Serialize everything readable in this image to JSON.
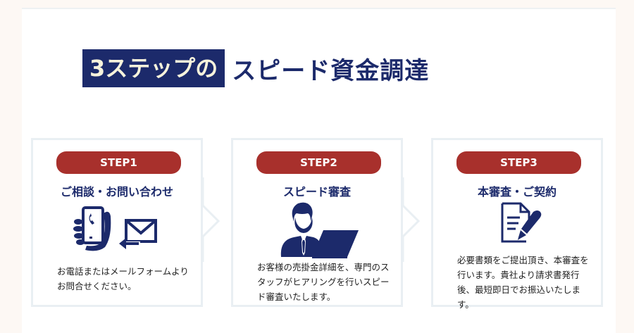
{
  "heading": {
    "highlight": "3ステップの",
    "rest": "スピード資金調達"
  },
  "colors": {
    "navy": "#1c2a6b",
    "badge_red": "#a8302c",
    "page_bg": "#fdf8f4",
    "card_border": "#e9eff3"
  },
  "steps": [
    {
      "badge": "STEP1",
      "title": "ご相談・お問い合わせ",
      "icon": "phone-mail-icon",
      "description": "お電話またはメールフォームよりお問合せください。"
    },
    {
      "badge": "STEP2",
      "title": "スピード審査",
      "icon": "businessman-laptop-icon",
      "description": "お客様の売掛金詳細を、専門のスタッフがヒアリングを行いスピード審査いたします。"
    },
    {
      "badge": "STEP3",
      "title": "本審査・ご契約",
      "icon": "document-pen-icon",
      "description": "必要書類をご提出頂き、本審査を行います。貴社より請求書発行後、最短即日でお振込いたします。"
    }
  ]
}
